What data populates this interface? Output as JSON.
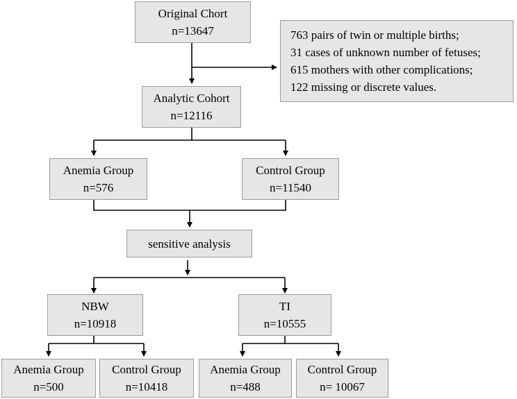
{
  "original": {
    "title": "Original Chort",
    "count": "n=13647"
  },
  "exclusions": [
    "763 pairs of twin or multiple births;",
    "31 cases of unknown number of fetuses;",
    "615 mothers with other complications;",
    "122 missing or discrete values."
  ],
  "analytic": {
    "title": "Analytic Cohort",
    "count": "n=12116"
  },
  "anemia": {
    "title": "Anemia Group",
    "count": "n=576"
  },
  "control": {
    "title": "Control Group",
    "count": "n=11540"
  },
  "sensitive": {
    "title": "sensitive analysis"
  },
  "nbw": {
    "title": "NBW",
    "count": "n=10918"
  },
  "ti": {
    "title": "TI",
    "count": "n=10555"
  },
  "nbw_anemia": {
    "title": "Anemia Group",
    "count": "n=500"
  },
  "nbw_control": {
    "title": "Control Group",
    "count": "n=10418"
  },
  "ti_anemia": {
    "title": "Anemia Group",
    "count": "n=488"
  },
  "ti_control": {
    "title": "Control Group",
    "count": "n= 10067"
  }
}
